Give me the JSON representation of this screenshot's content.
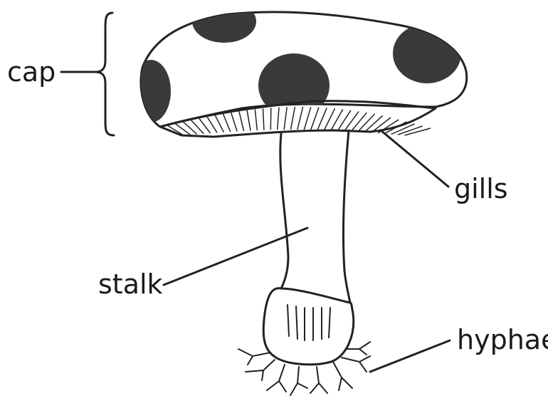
{
  "labels": {
    "cap": "cap",
    "gills": "gills",
    "stalk": "stalk",
    "hyphae": "hyphae"
  },
  "colors": {
    "ink": "#222222",
    "spots": "#3a3a3a",
    "background": "#ffffff"
  }
}
